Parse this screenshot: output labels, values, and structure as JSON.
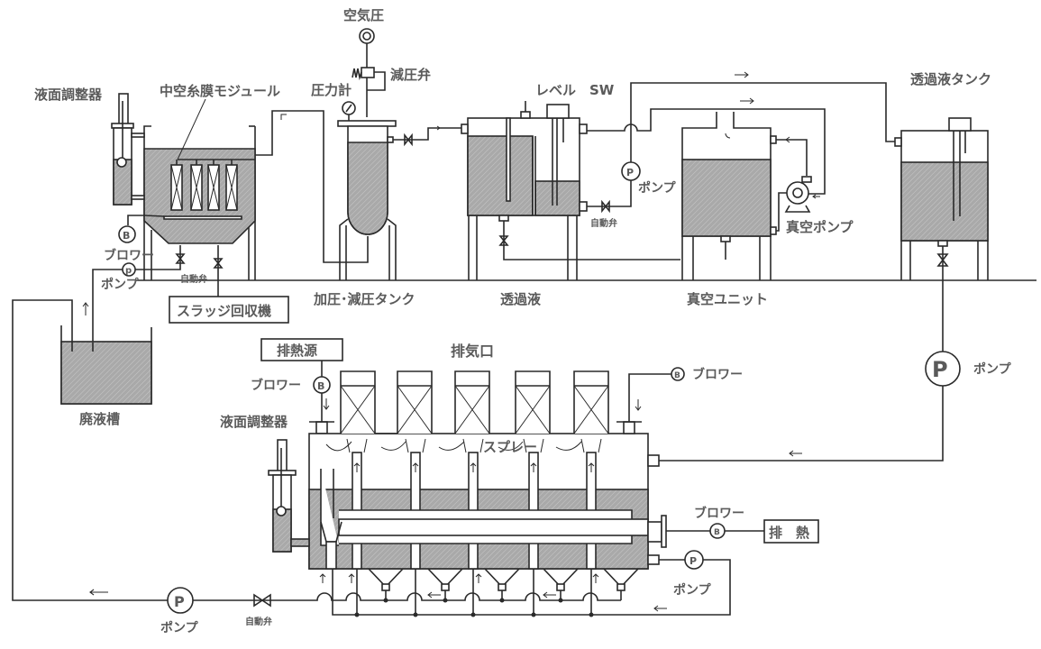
{
  "title": "排熱利用 中空糸膜ろ過・蒸発処理システム 系統図",
  "labels": {
    "air_pressure": "空気圧",
    "pressure_reducing_valve": "減圧弁",
    "pressure_gauge": "圧力計",
    "level_switch": "レベル　SW",
    "permeate_tank": "透過液タンク",
    "level_adjuster_top": "液面調整器",
    "hollow_fiber_module": "中空糸膜モジュール",
    "blower_tank": "ブロワー",
    "pump_tank": "ポンプ",
    "auto_valve_tank": "自動弁",
    "sludge_recovery": "スラッジ回収機",
    "pressure_tank": "加圧･減圧タンク",
    "permeate": "透過液",
    "vacuum_unit": "真空ユニット",
    "pump_mid": "ポンプ",
    "auto_valve_mid": "自動弁",
    "vacuum_pump": "真空ポンプ",
    "waste_tank": "廃液槽",
    "heat_source": "排熱源",
    "exhaust_port": "排気口",
    "blower_left": "ブロワー",
    "blower_right": "ブロワー",
    "level_adjuster_bottom": "液面調整器",
    "spray": "スプレー",
    "pump_right": "ポンプ",
    "blower_exhaust": "ブロワー",
    "exhaust_heat": "排　熱",
    "pump_bottom_right": "ポンプ",
    "pump_bottom_left": "ポンプ",
    "auto_valve_bottom": "自動弁"
  },
  "symbols": {
    "blower": "B",
    "pump": "P",
    "pump_small": "p"
  },
  "colors": {
    "line": "#2a2a2a",
    "text": "#5a5a5a",
    "liquid": "#a8a8a8",
    "background": "#ffffff"
  }
}
